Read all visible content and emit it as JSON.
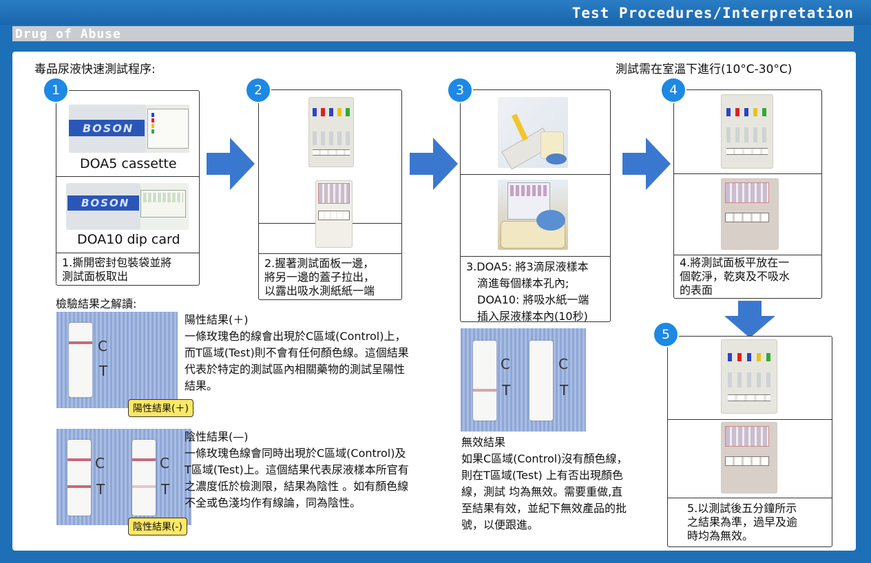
{
  "header": {
    "title": "Test Procedures/Interpretation",
    "subtitle": "Drug of Abuse"
  },
  "intro": {
    "left": "毒品尿液快速測試程序:",
    "right": "測試需在室溫下進行(10°C-30°C)"
  },
  "steps": [
    {
      "num": "1",
      "cap_top": "DOA5 cassette",
      "cap_bottom": "DOA10 dip card",
      "text_l1": "1.撕開密封包裝袋並將",
      "text_l2": "測試面板取出",
      "brand": "BOSON"
    },
    {
      "num": "2",
      "text_l1": "2.握著測試面板一邊，",
      "text_l2": "將另一邊的蓋子拉出，",
      "text_l3": "以露出吸水測紙紙一端"
    },
    {
      "num": "3",
      "text_l1": "3.DOA5: 將3滴尿液樣本",
      "text_l2": "滴進每個樣本孔內;",
      "text_l3": "DOA10: 將吸水紙一端",
      "text_l4": "插入尿液樣本內(10秒)"
    },
    {
      "num": "4",
      "text_l1": "4.將測試面板平放在一",
      "text_l2": "個乾淨，乾爽及不吸水",
      "text_l3": "的表面"
    },
    {
      "num": "5",
      "text_l1": "5.以測試後五分鐘所示",
      "text_l2": "之結果為準，過早及逾",
      "text_l3": "時均為無效。"
    }
  ],
  "interpretation": {
    "title": "檢驗結果之解讀:",
    "positive": {
      "head": "陽性結果(＋)",
      "l1": "一條玫瑰色的線會出現於C區域(Control)上，",
      "l2": "而T區域(Test)則不會有任何顏色線。這個結果",
      "l3": "代表於特定的測試區內相關藥物的測試呈陽性",
      "l4": "結果。",
      "tag": "陽性結果(＋)"
    },
    "negative": {
      "head": "陰性結果(—)",
      "l1": "一條玫瑰色線會同時出現於C區域(Control)及",
      "l2": "T區域(Test)上。這個結果代表尿液樣本所官有",
      "l3": "之濃度低於檢測限，結果為陰性 。如有顏色線",
      "l4": "不全或色淺均作有線論，同為陰性。",
      "tag": "陰性結果(-)"
    },
    "invalid": {
      "head": "無效結果",
      "l1": "如果C區域(Control)沒有顏色線，",
      "l2": "則在T區域(Test) 上有否出現顏色",
      "l3": "線，測試 均為無效。需要重做,直",
      "l4": "至結果有效，並紀下無效產品的批",
      "l5": "號，以便跟進。"
    },
    "c_label": "C",
    "t_label": "T"
  },
  "colors": {
    "banner": "#1d6fb8",
    "badge": "#1e88e5",
    "arrow": "#3a78cf",
    "tag": "#ffe866",
    "line": "#c76a7a"
  }
}
